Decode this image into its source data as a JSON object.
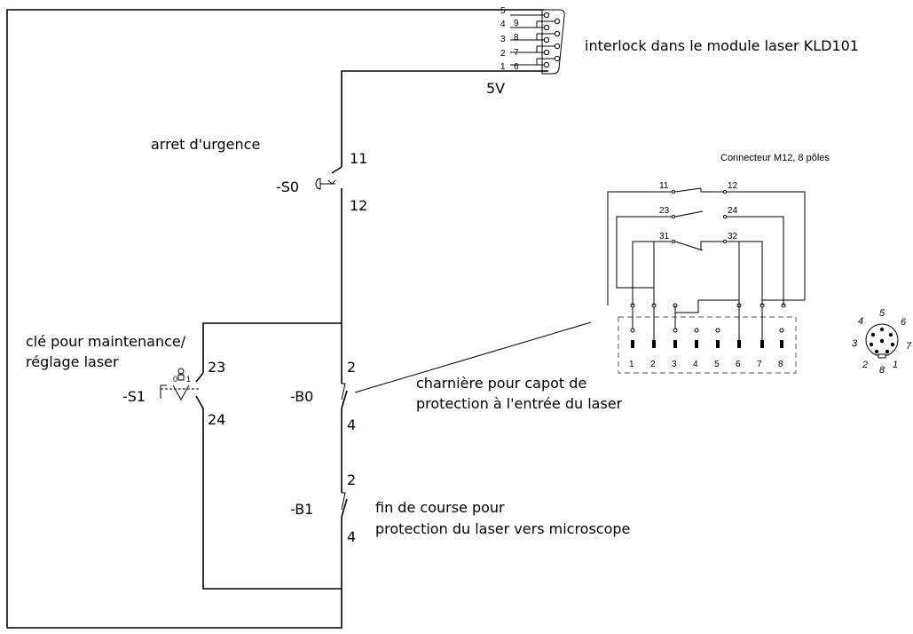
{
  "labels": {
    "interlock": "interlock dans le module laser KLD101",
    "voltage": "5V",
    "emergency": "arret d'urgence",
    "s0_tag": "-S0",
    "s0_top": "11",
    "s0_bot": "12",
    "key_line1": "clé pour maintenance/",
    "key_line2": "réglage laser",
    "s1_tag": "-S1",
    "s1_top": "23",
    "s1_bot": "24",
    "b0_tag": "-B0",
    "b0_top": "2",
    "b0_bot": "4",
    "b0_desc1": "charnière pour capot de",
    "b0_desc2": "protection à l'entrée du laser",
    "b1_tag": "-B1",
    "b1_top": "2",
    "b1_bot": "4",
    "b1_desc1": "fin de course pour",
    "b1_desc2": "protection du laser vers microscope"
  },
  "dsub": {
    "left_pins": [
      "5",
      "4",
      "3",
      "2",
      "1"
    ],
    "right_pins": [
      "9",
      "8",
      "7",
      "6"
    ]
  },
  "m12": {
    "title": "Connecteur M12, 8 pôles",
    "contacts": [
      "11",
      "12",
      "23",
      "24",
      "31",
      "32"
    ],
    "terminals": [
      "1",
      "2",
      "3",
      "4",
      "5",
      "6",
      "7",
      "8"
    ],
    "face_pins": [
      "5",
      "4",
      "6",
      "3",
      "7",
      "2",
      "8",
      "1"
    ]
  }
}
